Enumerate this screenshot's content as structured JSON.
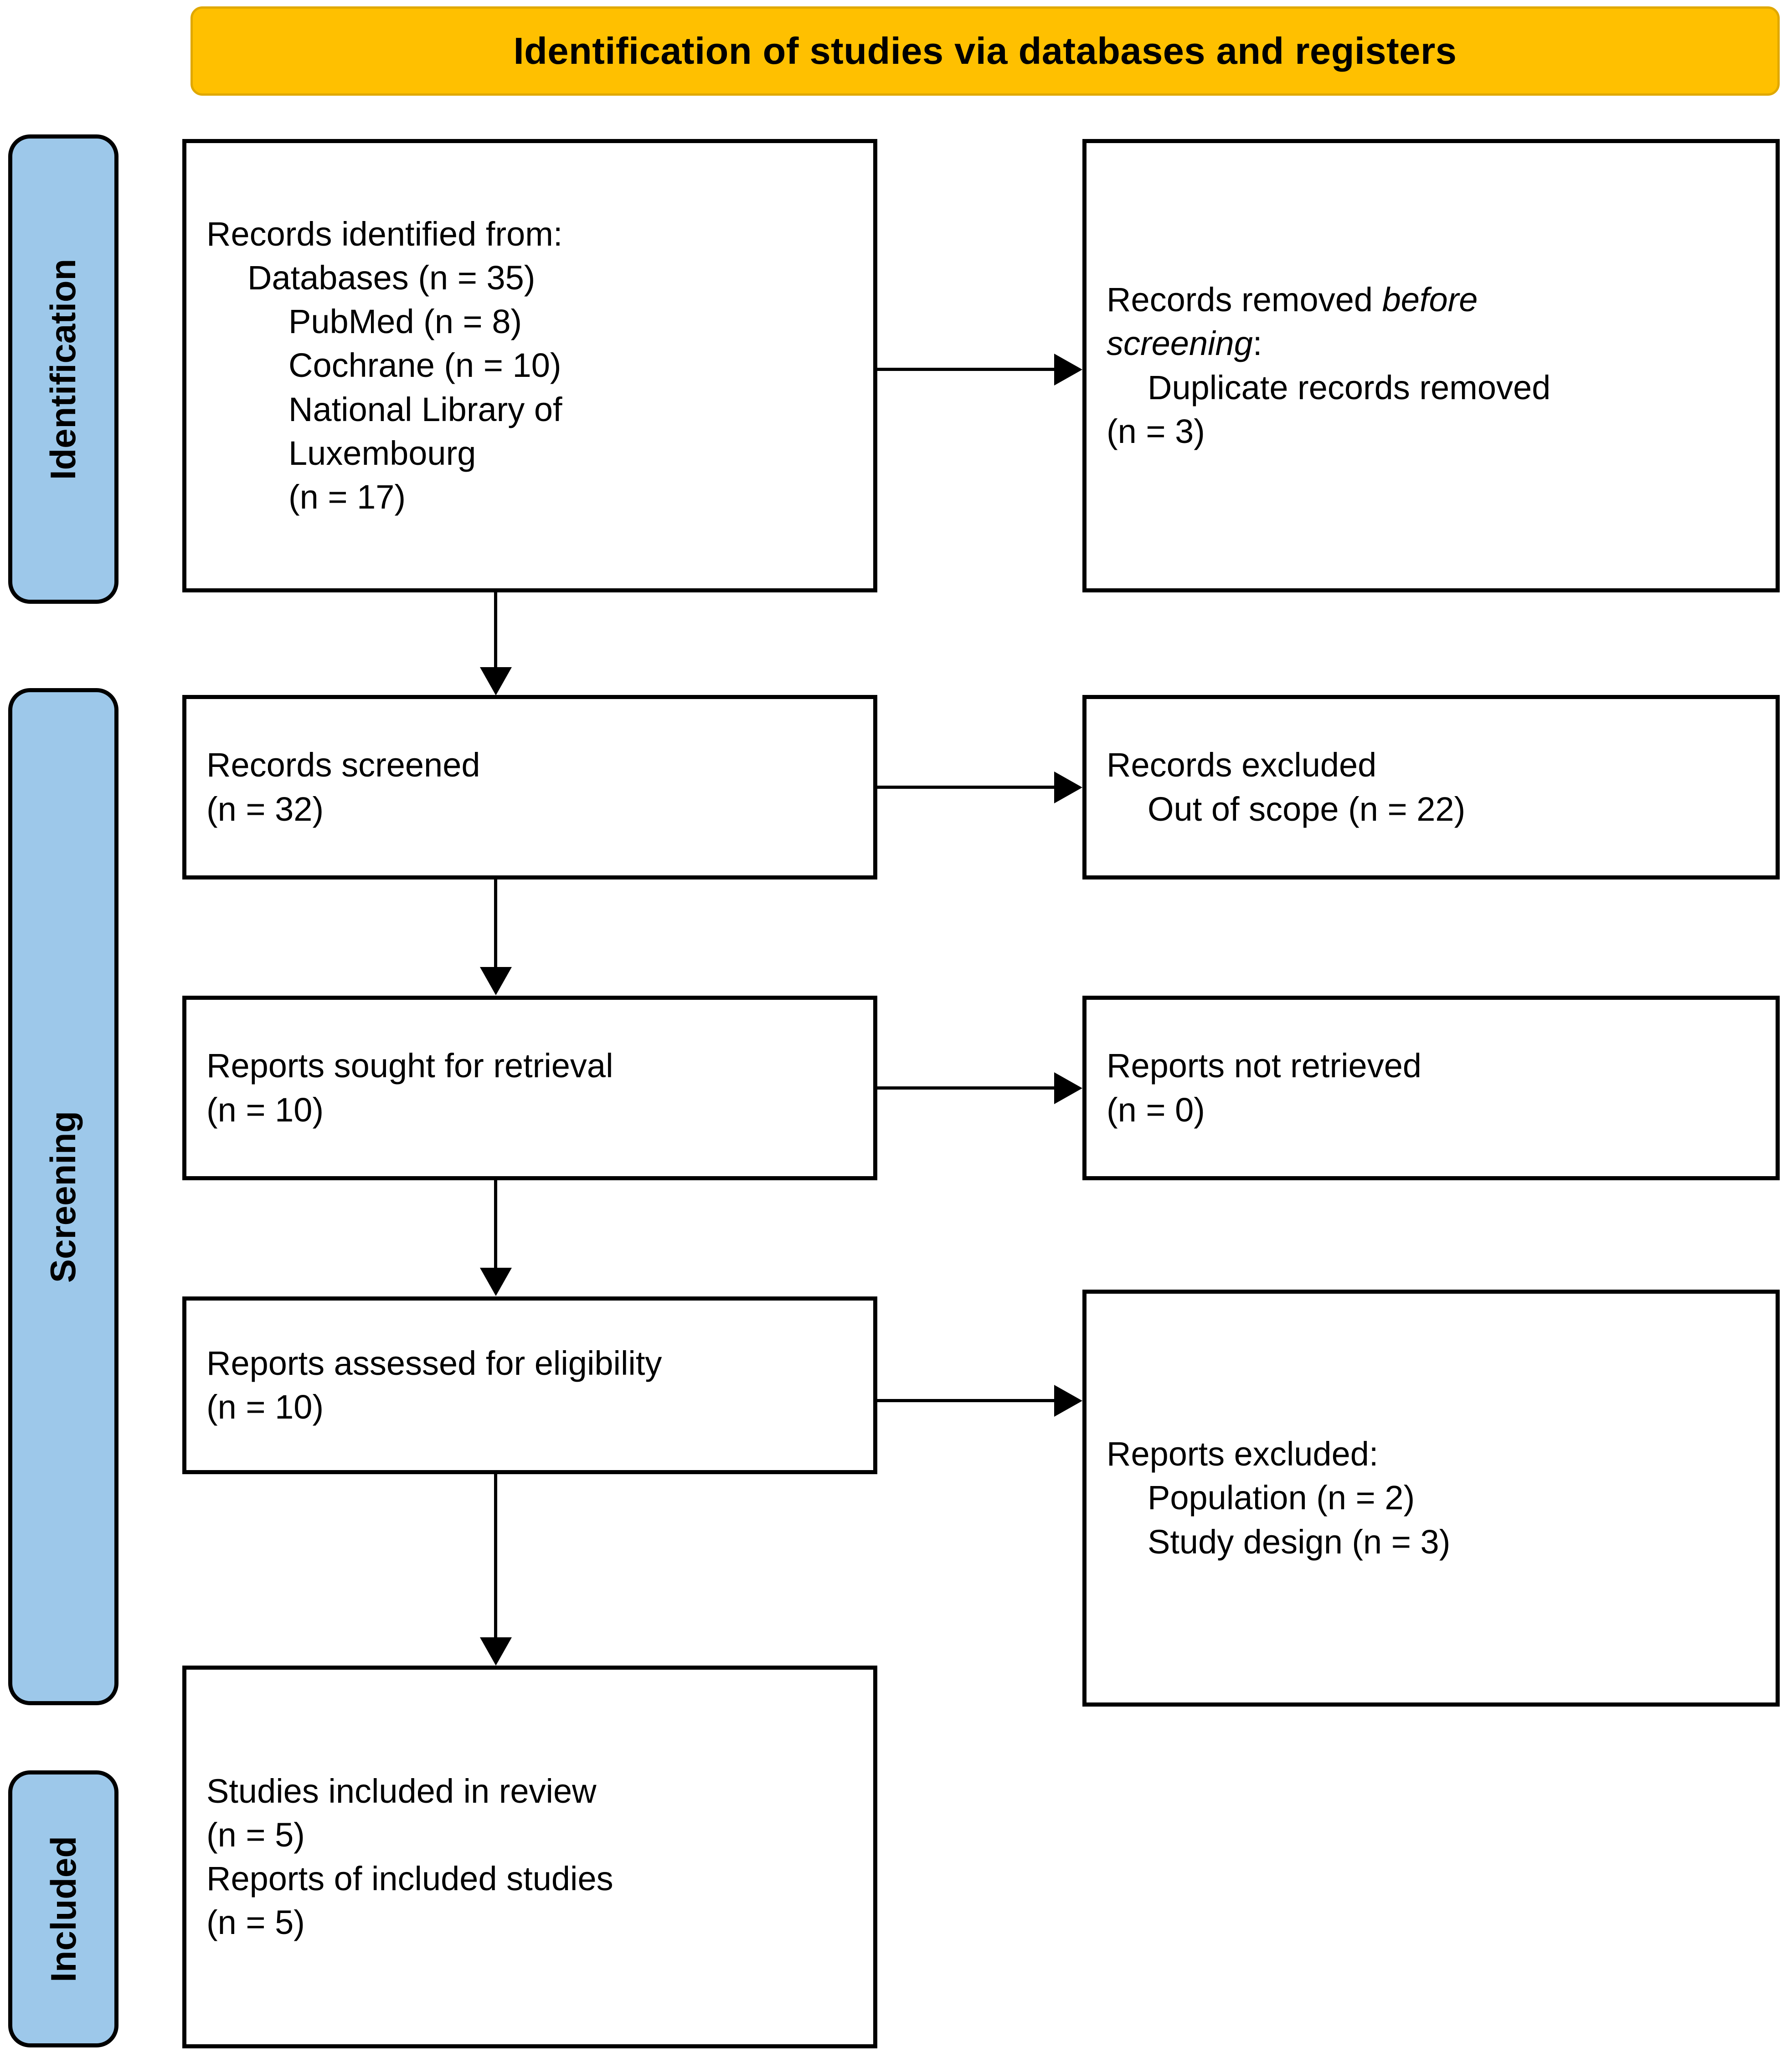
{
  "header": {
    "title": "Identification of studies via databases and registers",
    "background_color": "#FFC000"
  },
  "stages": {
    "bar_color": "#9DC8EA",
    "identification": "Identification",
    "screening": "Screening",
    "included": "Included"
  },
  "boxes": {
    "identified": {
      "lines": [
        "Records identified from:",
        "Databases (n = 35)",
        "PubMed (n = 8)",
        "Cochrane (n = 10)",
        "National Library of",
        "Luxembourg",
        "(n = 17)"
      ]
    },
    "removed": {
      "line1_pre": "Records removed ",
      "line1_italic": "before",
      "line2_italic": "screening",
      "line2_post": ":",
      "line3": "Duplicate records removed",
      "line4": "(n = 3)"
    },
    "screened": {
      "lines": [
        "Records screened",
        "(n = 32)"
      ]
    },
    "excluded": {
      "lines": [
        "Records excluded",
        "Out of scope (n = 22)"
      ]
    },
    "sought": {
      "lines": [
        "Reports sought for retrieval",
        "(n = 10)"
      ]
    },
    "not_retrieved": {
      "lines": [
        "Reports not retrieved",
        "(n = 0)"
      ]
    },
    "assessed": {
      "lines": [
        "Reports assessed for eligibility",
        "(n = 10)"
      ]
    },
    "reports_excluded": {
      "lines": [
        "Reports excluded:",
        "Population (n = 2)",
        "Study design (n = 3)"
      ]
    },
    "included": {
      "lines": [
        "Studies included in review",
        "(n = 5)",
        "Reports of included studies",
        "(n = 5)"
      ]
    }
  },
  "chart_data": {
    "type": "diagram",
    "title": "PRISMA flow diagram",
    "nodes": [
      {
        "id": "identified",
        "stage": "Identification",
        "label": "Records identified from: Databases (n = 35); PubMed (n = 8); Cochrane (n = 10); National Library of Luxembourg (n = 17)",
        "n": 35
      },
      {
        "id": "removed",
        "stage": "Identification",
        "label": "Records removed before screening: Duplicate records removed (n = 3)",
        "n": 3
      },
      {
        "id": "screened",
        "stage": "Screening",
        "label": "Records screened (n = 32)",
        "n": 32
      },
      {
        "id": "excluded",
        "stage": "Screening",
        "label": "Records excluded: Out of scope (n = 22)",
        "n": 22
      },
      {
        "id": "sought",
        "stage": "Screening",
        "label": "Reports sought for retrieval (n = 10)",
        "n": 10
      },
      {
        "id": "not_retrieved",
        "stage": "Screening",
        "label": "Reports not retrieved (n = 0)",
        "n": 0
      },
      {
        "id": "assessed",
        "stage": "Screening",
        "label": "Reports assessed for eligibility (n = 10)",
        "n": 10
      },
      {
        "id": "reports_excluded",
        "stage": "Screening",
        "label": "Reports excluded: Population (n = 2); Study design (n = 3)",
        "n": 5
      },
      {
        "id": "included",
        "stage": "Included",
        "label": "Studies included in review (n = 5); Reports of included studies (n = 5)",
        "n": 5
      }
    ],
    "edges": [
      {
        "from": "identified",
        "to": "removed",
        "direction": "right"
      },
      {
        "from": "identified",
        "to": "screened",
        "direction": "down"
      },
      {
        "from": "screened",
        "to": "excluded",
        "direction": "right"
      },
      {
        "from": "screened",
        "to": "sought",
        "direction": "down"
      },
      {
        "from": "sought",
        "to": "not_retrieved",
        "direction": "right"
      },
      {
        "from": "sought",
        "to": "assessed",
        "direction": "down"
      },
      {
        "from": "assessed",
        "to": "reports_excluded",
        "direction": "right"
      },
      {
        "from": "assessed",
        "to": "included",
        "direction": "down"
      }
    ]
  }
}
